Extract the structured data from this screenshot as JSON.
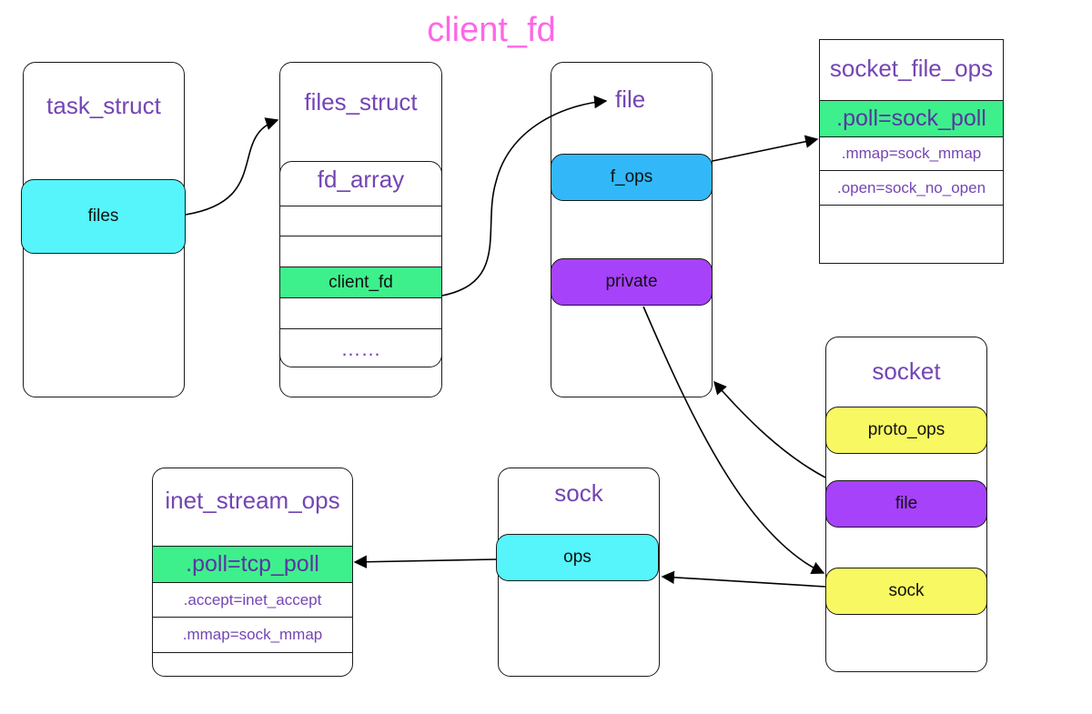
{
  "title": "client_fd",
  "task_struct": {
    "title": "task_struct",
    "files": "files"
  },
  "files_struct": {
    "title": "files_struct",
    "fd_array": "fd_array",
    "client_fd": "client_fd",
    "ellipsis": "……"
  },
  "file": {
    "title": "file",
    "f_ops": "f_ops",
    "private": "private"
  },
  "socket_file_ops": {
    "title": "socket_file_ops",
    "poll": ".poll=sock_poll",
    "mmap": ".mmap=sock_mmap",
    "open": ".open=sock_no_open"
  },
  "socket": {
    "title": "socket",
    "proto_ops": "proto_ops",
    "file": "file",
    "sock": "sock"
  },
  "sock": {
    "title": "sock",
    "ops": "ops"
  },
  "inet_stream_ops": {
    "title": "inet_stream_ops",
    "poll": ".poll=tcp_poll",
    "accept": ".accept=inet_accept",
    "mmap": ".mmap=sock_mmap"
  },
  "colors": {
    "title": "#ff66e8",
    "label": "#7445b4",
    "cyan": "#55f5fb",
    "green": "#3ef08c",
    "blue": "#32b8f8",
    "purple": "#a742fb",
    "yellow": "#f8f862"
  }
}
